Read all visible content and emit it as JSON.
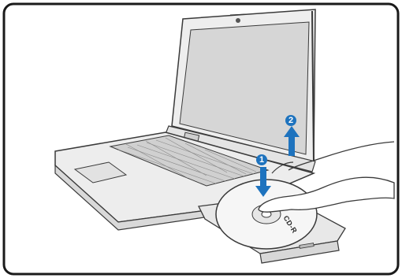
{
  "figure": {
    "step_1": "1",
    "step_2": "2",
    "disc_text": "CD-R"
  },
  "colors": {
    "frame_border": "#1a1a1a",
    "arrow_blue": "#1e73be",
    "laptop_outline": "#3a3a3a",
    "laptop_fill": "#eeeeee",
    "screen_fill": "#cfcfcf"
  },
  "icons": {
    "laptop": "laptop-illustration",
    "disc": "optical-disc",
    "hand": "hand-illustration",
    "arrow_down": "arrow-down-icon",
    "arrow_up": "arrow-up-icon"
  }
}
